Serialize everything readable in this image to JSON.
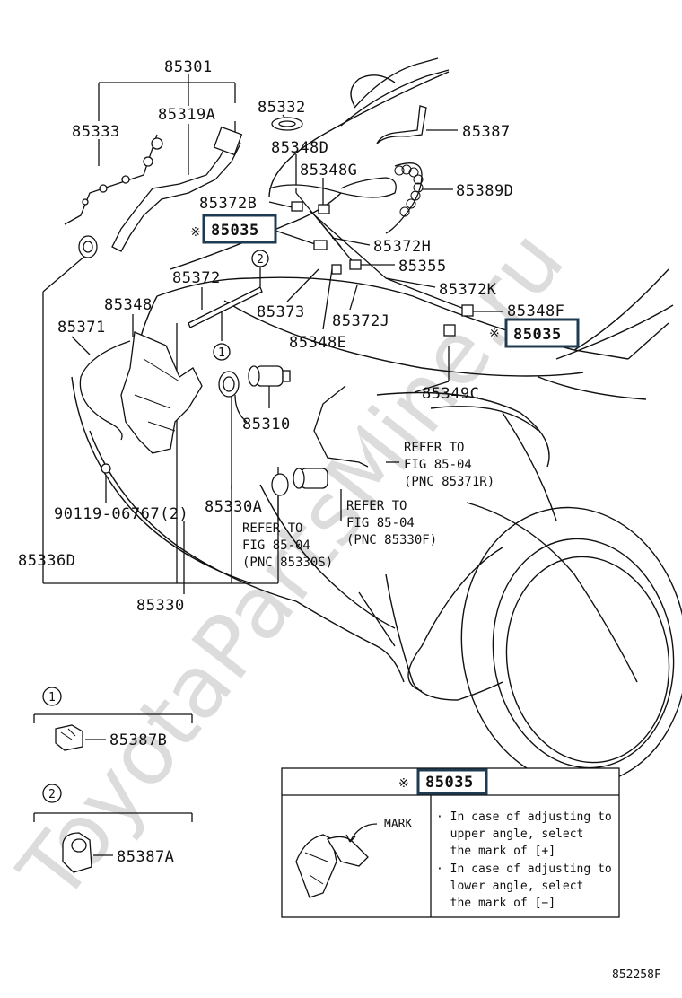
{
  "watermark": "ToyotaPartsMine.ru",
  "labels": {
    "p85301": "85301",
    "p85333": "85333",
    "p85319A": "85319A",
    "p85332": "85332",
    "p85387": "85387",
    "p85348D": "85348D",
    "p85348G": "85348G",
    "p85389D": "85389D",
    "p85372B": "85372B",
    "p85035a": "85035",
    "p85372H": "85372H",
    "p85355": "85355",
    "p85372K": "85372K",
    "p85372": "85372",
    "p85348": "85348",
    "p85373": "85373",
    "p85372J": "85372J",
    "p85348F": "85348F",
    "p85035b": "85035",
    "p85371": "85371",
    "p85348E": "85348E",
    "p85349C": "85349C",
    "p85310": "85310",
    "p90119": "90119-06767(2)",
    "p85330A": "85330A",
    "p85336D": "85336D",
    "p85330": "85330",
    "p85387B": "85387B",
    "p85387A": "85387A",
    "circle1": "1",
    "circle2": "2",
    "ref1_l1": "REFER TO",
    "ref1_l2": "FIG 85-04",
    "ref1_l3": "(PNC 85371R)",
    "ref2_l1": "REFER TO",
    "ref2_l2": "FIG 85-04",
    "ref2_l3": "(PNC 85330F)",
    "ref3_l1": "REFER TO",
    "ref3_l2": "FIG 85-04",
    "ref3_l3": "(PNC 85330S)",
    "note_mark": "※",
    "legend_1": "1",
    "legend_2": "2"
  },
  "note_box": {
    "symbol": "※",
    "part": "85035",
    "mark_label": "MARK",
    "lines": [
      "· In case of adjusting to",
      "  upper angle, select",
      "  the mark of [+]",
      "· In case of adjusting to",
      "  lower angle, select",
      "  the mark of [−]"
    ]
  },
  "footer_code": "852258F",
  "colors": {
    "highlight_border": "#1e3b52",
    "watermark": "#dcdcdc",
    "ink": "#111111"
  }
}
